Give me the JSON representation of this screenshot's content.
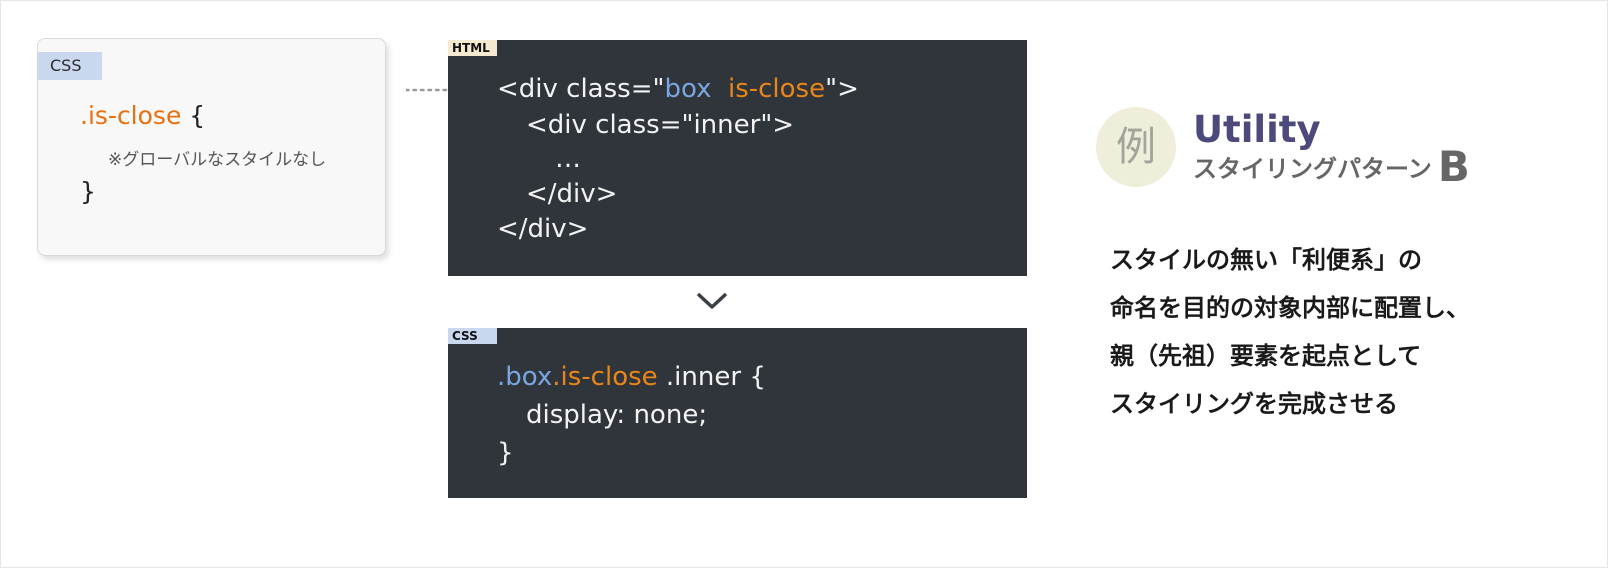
{
  "css_card": {
    "tag": "CSS",
    "selector": ".is-close",
    "brace_open": " {",
    "note": "※グローバルなスタイルなし",
    "brace_close": "}"
  },
  "html_panel": {
    "tag": "HTML",
    "line1_pre": "<div class=\"",
    "line1_blue": "box",
    "line1_orange": "is-close",
    "line1_post": "\">",
    "line2": "<div class=\"inner\">",
    "line3": "…",
    "line4": "</div>",
    "line5": "</div>"
  },
  "css_panel": {
    "tag": "CSS",
    "sel_blue": ".box",
    "sel_orange": ".is-close",
    "sel_rest": " .inner {",
    "line2": "display: none;",
    "line3": "}"
  },
  "badge": {
    "kanji": "例",
    "title": "Utility",
    "subtitle": "スタイリングパターン",
    "letter": "B"
  },
  "description": [
    "スタイルの無い「利便系」の",
    "命名を目的の対象内部に配置し、",
    "親（先祖）要素を起点として",
    "スタイリングを完成させる"
  ],
  "colors": {
    "panel_bg": "#30353b",
    "accent_blue": "#79a6e0",
    "accent_orange": "#e8861a",
    "title_purple": "#4b4a7a"
  }
}
